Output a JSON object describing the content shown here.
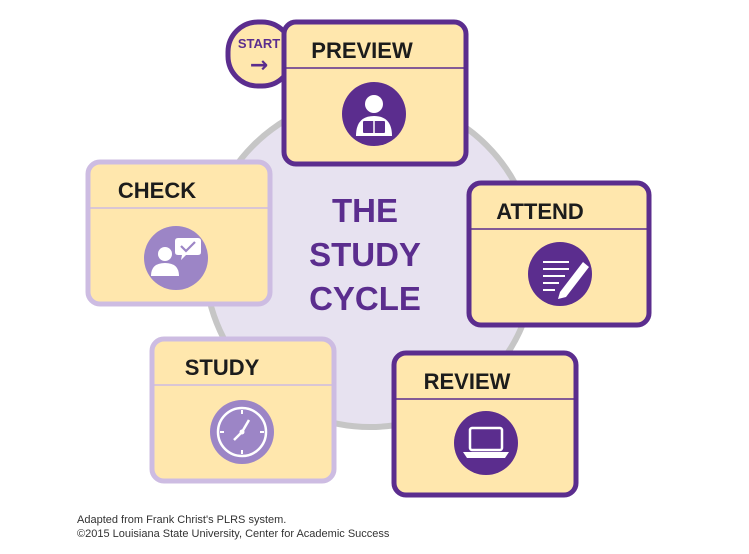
{
  "center": {
    "line1": "THE",
    "line2": "STUDY",
    "line3": "CYCLE"
  },
  "start_badge": {
    "label": "START",
    "arrow": "→"
  },
  "steps": [
    {
      "label": "PREVIEW",
      "icon": "reading-person-icon"
    },
    {
      "label": "ATTEND",
      "icon": "notepad-pencil-icon"
    },
    {
      "label": "REVIEW",
      "icon": "laptop-icon"
    },
    {
      "label": "STUDY",
      "icon": "clock-icon"
    },
    {
      "label": "CHECK",
      "icon": "person-checkmark-icon"
    }
  ],
  "credits": {
    "line1": "Adapted from Frank Christ's PLRS system.",
    "line2": "©2015 Louisiana State University, Center for Academic Success"
  },
  "colors": {
    "card_fill": "#ffe7ad",
    "card_border_dark": "#5b2d8e",
    "card_border_light": "#cdbce2",
    "circle_fill": "#e7e2f0",
    "ring": "#c6c6c6",
    "icon_dark": "#5b2d8e",
    "icon_light": "#9c85c6",
    "center_text": "#5b2d8e"
  }
}
